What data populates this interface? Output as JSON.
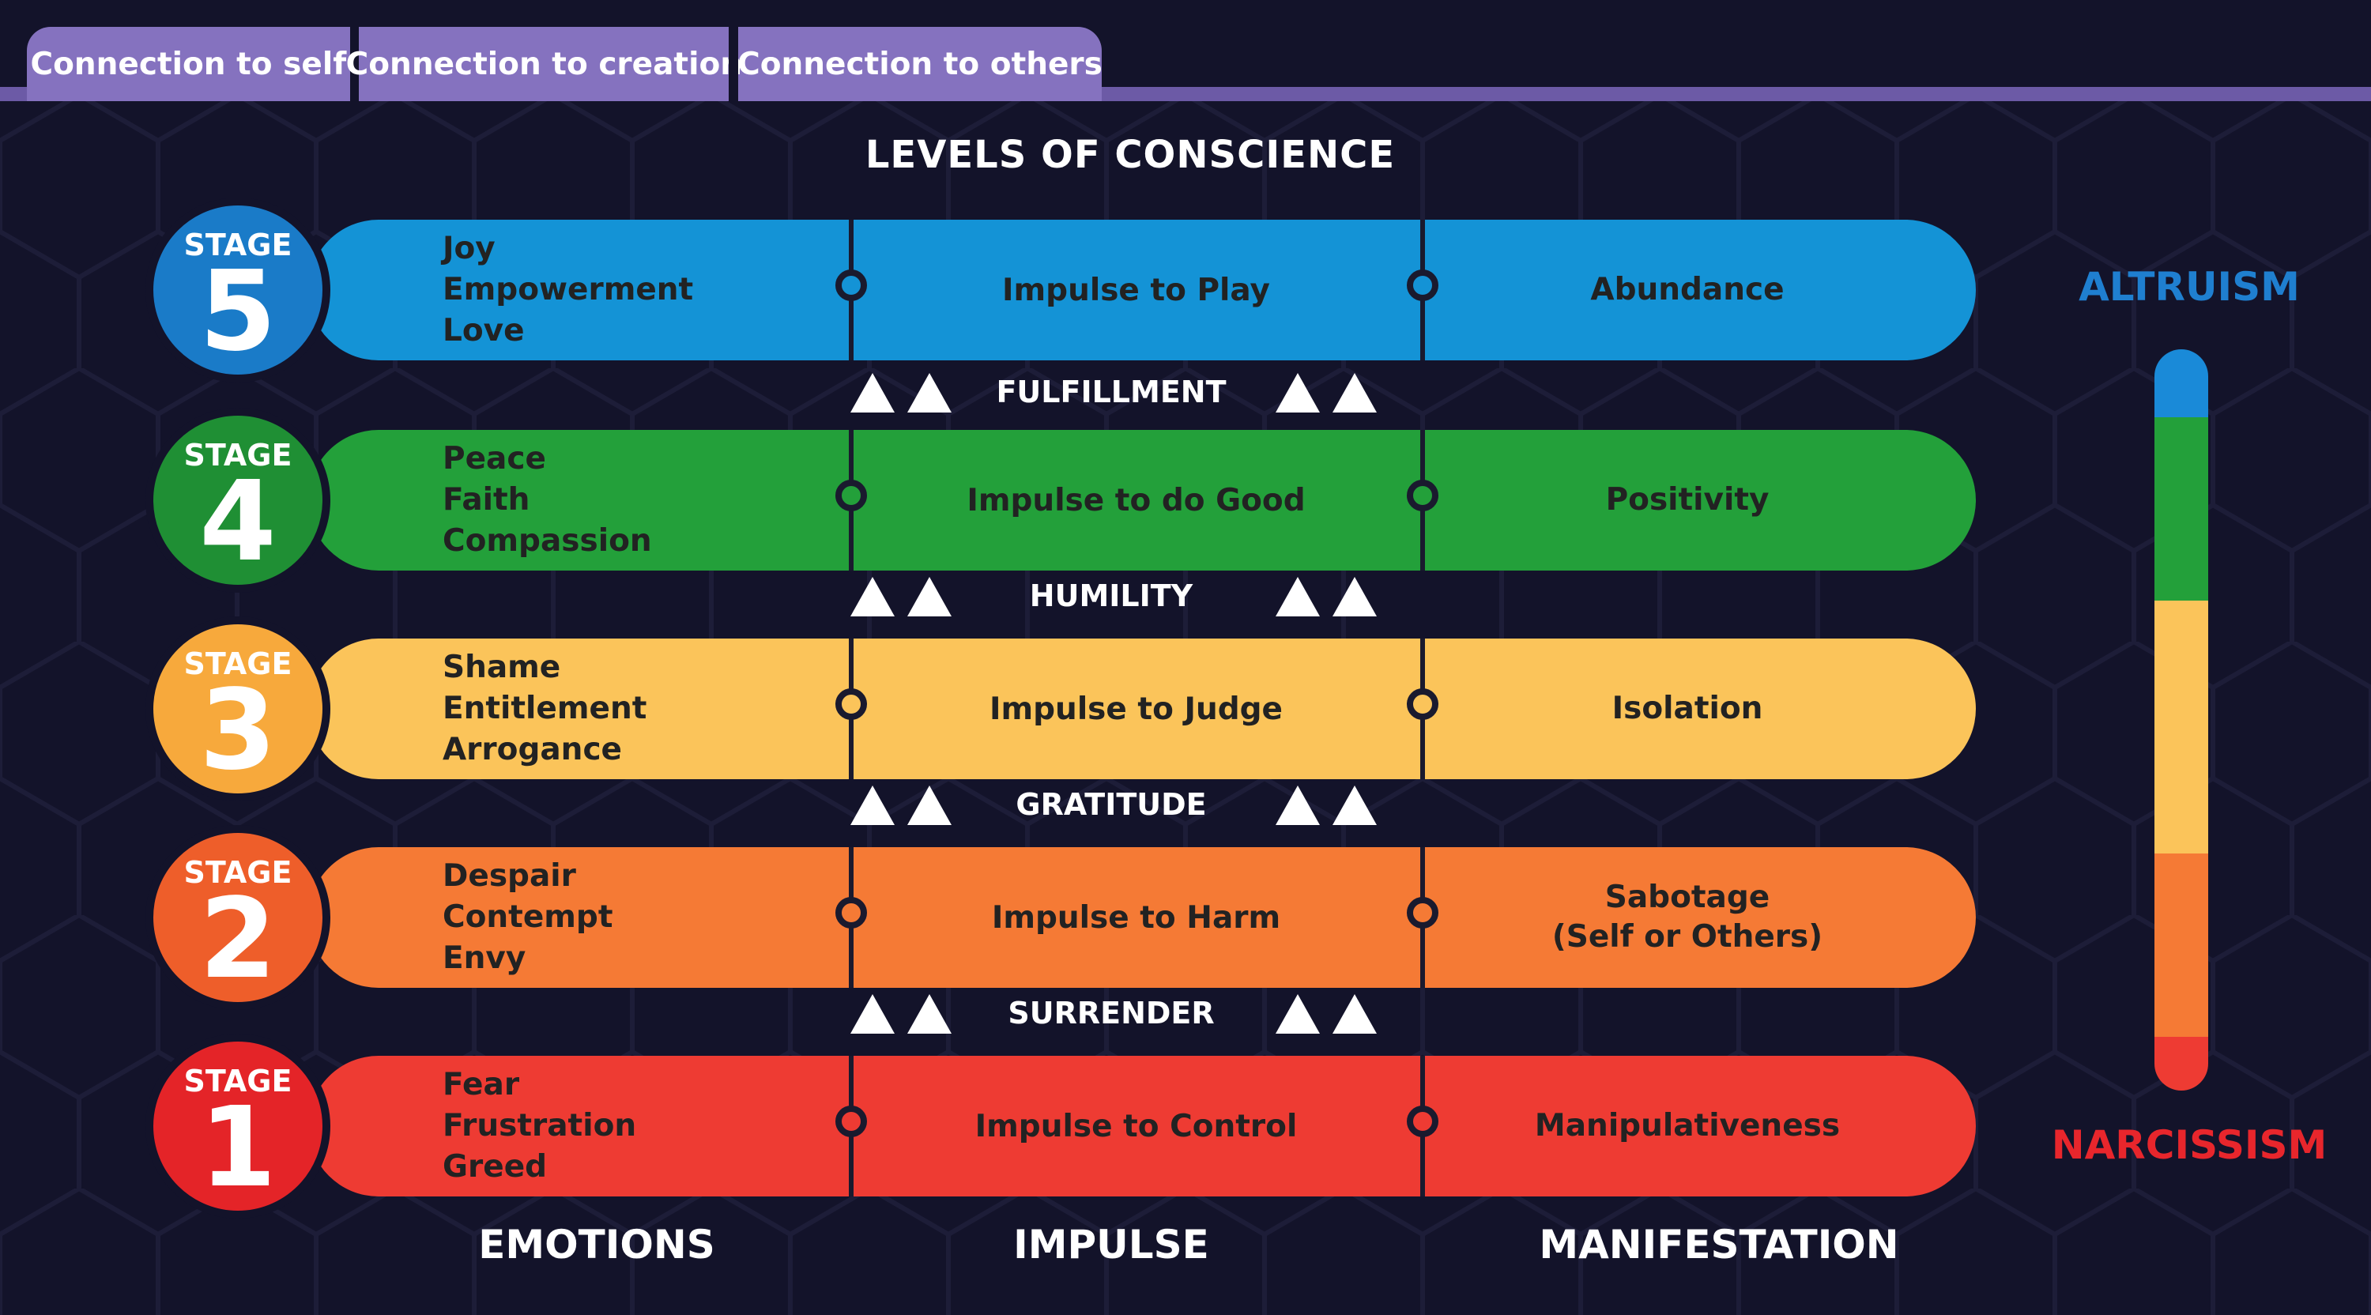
{
  "tabs": [
    {
      "label": "Connection to self"
    },
    {
      "label": "Connection to creation"
    },
    {
      "label": "Connection to others"
    }
  ],
  "title": "LEVELS OF CONSCIENCE",
  "stage_word": "STAGE",
  "stages": [
    {
      "number": "5",
      "emotions": [
        "Joy",
        "Empowerment",
        "Love"
      ],
      "impulse": "Impulse to Play",
      "manifestation": "Abundance",
      "color": "#1493d6",
      "badge_color": "#1a7bc8"
    },
    {
      "number": "4",
      "emotions": [
        "Peace",
        "Faith",
        "Compassion"
      ],
      "impulse": "Impulse to do Good",
      "manifestation": "Positivity",
      "color": "#23a03a",
      "badge_color": "#1f8f34"
    },
    {
      "number": "3",
      "emotions": [
        "Shame",
        "Entitlement",
        "Arrogance"
      ],
      "impulse": "Impulse to Judge",
      "manifestation": "Isolation",
      "color": "#fbc45a",
      "badge_color": "#f7a93c"
    },
    {
      "number": "2",
      "emotions": [
        "Despair",
        "Contempt",
        "Envy"
      ],
      "impulse": "Impulse to Harm",
      "manifestation": "Sabotage\n(Self or Others)",
      "color": "#f57a35",
      "badge_color": "#ee5e2a"
    },
    {
      "number": "1",
      "emotions": [
        "Fear",
        "Frustration",
        "Greed"
      ],
      "impulse": "Impulse to Control",
      "manifestation": "Manipulativeness",
      "color": "#ee3b33",
      "badge_color": "#e42428"
    }
  ],
  "virtues": [
    "FULFILLMENT",
    "HUMILITY",
    "GRATITUDE",
    "SURRENDER"
  ],
  "columns": [
    "EMOTIONS",
    "IMPULSE",
    "MANIFESTATION"
  ],
  "scale": {
    "top_label": "ALTRUISM",
    "bottom_label": "NARCISSISM",
    "top_color": "#1f7fd0",
    "bottom_color": "#e8262c"
  }
}
